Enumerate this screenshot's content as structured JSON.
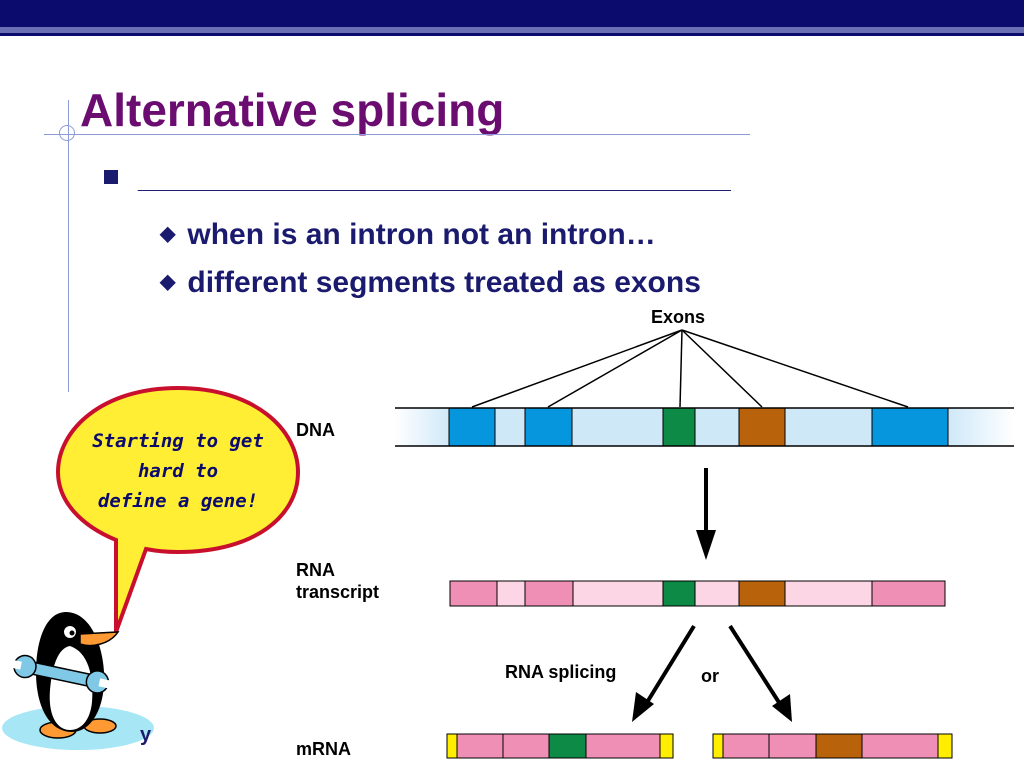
{
  "slide": {
    "title": "Alternative splicing",
    "bullet": "_________________________________________",
    "subbullets": [
      "when is an intron not an intron…",
      "different segments treated as exons"
    ]
  },
  "diagram": {
    "exons_label": "Exons",
    "dna_label": "DNA",
    "rna_label_line1": "RNA",
    "rna_label_line2": "transcript",
    "splicing_label": "RNA splicing",
    "or_label": "or",
    "mrna_label": "mRNA"
  },
  "callout": {
    "line1": "Starting to get",
    "line2": "hard to",
    "line3": "define a gene!"
  },
  "footer_fragment": "y",
  "icons": [
    "penguin-with-wrench-icon"
  ],
  "colors": {
    "title": "#6b0d70",
    "text": "#1a1a6e",
    "header_bar": "#0b0b6e",
    "exon_blue": "#0596de",
    "exon_green": "#0d8a45",
    "exon_brown": "#b8620b",
    "intron_light_blue": "#cfe8f8",
    "rna_pink": "#f08fb6",
    "rna_light_pink": "#fcd6e4",
    "cap_yellow": "#ffee00",
    "bubble_fill": "#ffee33",
    "bubble_border": "#c8102e"
  }
}
